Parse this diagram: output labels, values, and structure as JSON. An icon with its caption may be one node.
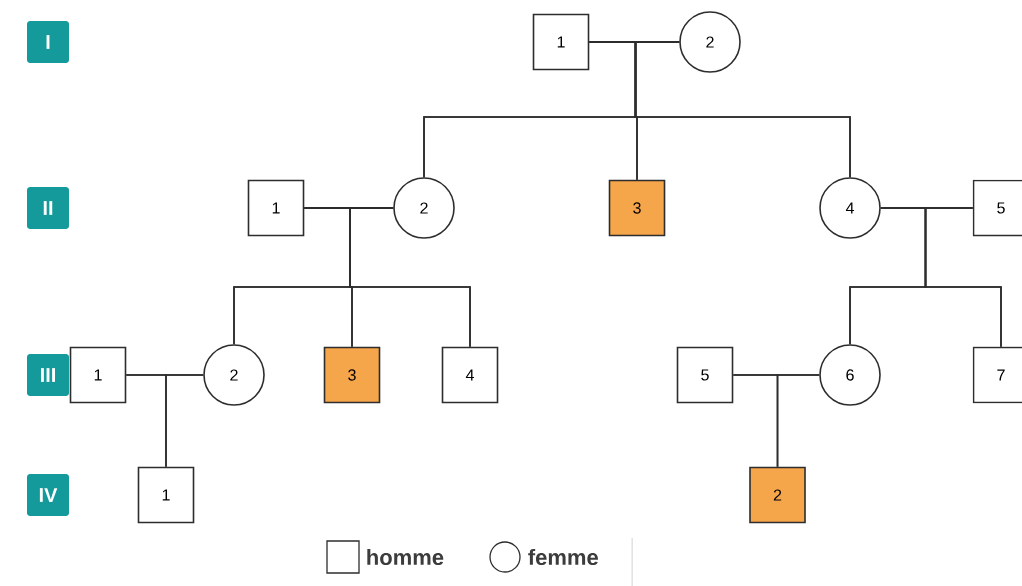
{
  "diagram": {
    "nodes": [
      {
        "text": [
          "I"
        ]
      },
      {
        "text": [
          "II"
        ]
      },
      {
        "text": [
          "III"
        ]
      },
      {
        "text": [
          "IV"
        ]
      },
      {
        "text": [
          "1"
        ]
      },
      {
        "text": [
          "2"
        ]
      },
      {
        "text": [
          "1"
        ]
      },
      {
        "text": [
          "2"
        ]
      },
      {
        "text": [
          "3"
        ]
      },
      {
        "text": [
          "4"
        ]
      },
      {
        "text": [
          "5"
        ]
      },
      {
        "text": [
          "1"
        ]
      },
      {
        "text": [
          "2"
        ]
      },
      {
        "text": [
          "3"
        ]
      },
      {
        "text": [
          "4"
        ]
      },
      {
        "text": [
          "5"
        ]
      },
      {
        "text": [
          "6"
        ]
      },
      {
        "text": [
          "7"
        ]
      },
      {
        "text": [
          "1"
        ]
      },
      {
        "text": [
          "2"
        ]
      }
    ],
    "edges": [
      {
        "from": 4,
        "to": 5,
        "arrow": "none"
      },
      {
        "from": 4,
        "to": 7,
        "arrow": "none"
      },
      {
        "from": 5,
        "to": 7,
        "arrow": "none"
      },
      {
        "from": 4,
        "to": 8,
        "arrow": "none"
      },
      {
        "from": 5,
        "to": 8,
        "arrow": "none"
      },
      {
        "from": 4,
        "to": 9,
        "arrow": "none"
      },
      {
        "from": 5,
        "to": 9,
        "arrow": "none"
      },
      {
        "from": 6,
        "to": 7,
        "arrow": "none"
      },
      {
        "from": 6,
        "to": 12,
        "arrow": "none"
      },
      {
        "from": 7,
        "to": 12,
        "arrow": "none"
      },
      {
        "from": 6,
        "to": 13,
        "arrow": "none"
      },
      {
        "from": 7,
        "to": 13,
        "arrow": "none"
      },
      {
        "from": 6,
        "to": 14,
        "arrow": "none"
      },
      {
        "from": 7,
        "to": 14,
        "arrow": "none"
      },
      {
        "from": 9,
        "to": 10,
        "arrow": "none"
      },
      {
        "from": 9,
        "to": 16,
        "arrow": "none"
      },
      {
        "from": 10,
        "to": 16,
        "arrow": "none"
      },
      {
        "from": 9,
        "to": 17,
        "arrow": "none"
      },
      {
        "from": 10,
        "to": 17,
        "arrow": "none"
      },
      {
        "from": 11,
        "to": 12,
        "arrow": "none"
      },
      {
        "from": 11,
        "to": 18,
        "arrow": "none"
      },
      {
        "from": 12,
        "to": 18,
        "arrow": "none"
      },
      {
        "from": 15,
        "to": 16,
        "arrow": "none"
      },
      {
        "from": 15,
        "to": 19,
        "arrow": "none"
      },
      {
        "from": 16,
        "to": 19,
        "arrow": "none"
      }
    ],
    "legend": [
      {
        "text": "homme"
      },
      {
        "text": "femme"
      }
    ]
  }
}
